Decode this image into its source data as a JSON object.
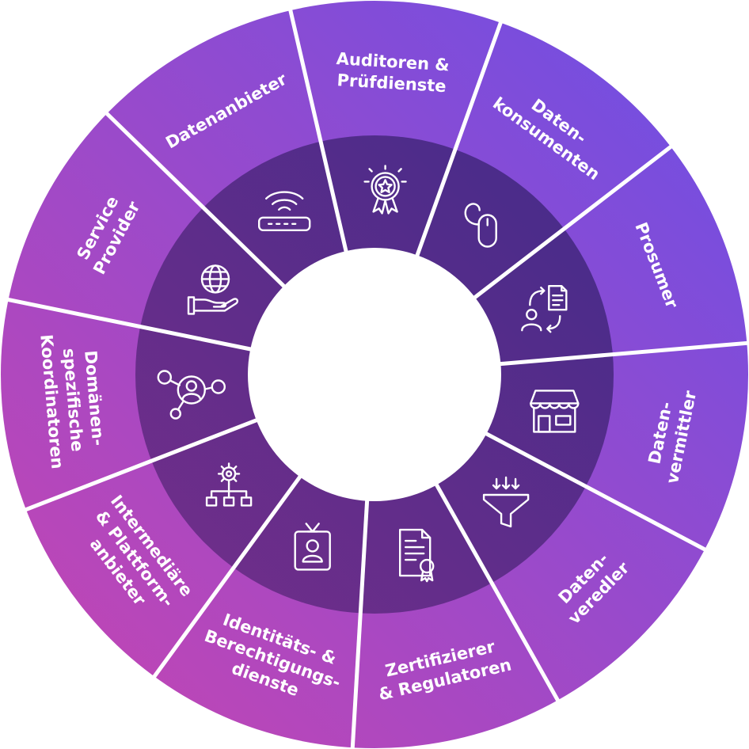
{
  "colors": {
    "top_right": "#6a4fe6",
    "bottom_left": "#c845b0",
    "inner_ring": "#3c1f6e",
    "divider": "#ffffff",
    "center": "#ffffff",
    "text": "#ffffff"
  },
  "segments": [
    {
      "id": "auditoren",
      "label_lines": [
        "Auditoren &",
        "Prüfdienste"
      ],
      "icon": "award-medal-icon"
    },
    {
      "id": "datenkonsumenten",
      "label_lines": [
        "Daten-",
        "konsumenten"
      ],
      "icon": "computer-mouse-icon"
    },
    {
      "id": "prosumer",
      "label_lines": [
        "Prosumer"
      ],
      "icon": "person-document-exchange-icon"
    },
    {
      "id": "datenvermittler",
      "label_lines": [
        "Daten-",
        "vermittler"
      ],
      "icon": "storefront-icon"
    },
    {
      "id": "datenveredler",
      "label_lines": [
        "Daten-",
        "veredler"
      ],
      "icon": "funnel-icon"
    },
    {
      "id": "zertifizierer",
      "label_lines": [
        "Zertifizierer",
        "& Regulatoren"
      ],
      "icon": "certificate-document-icon"
    },
    {
      "id": "identitaet",
      "label_lines": [
        "Identitäts- &",
        "Berechtigungs-",
        "dienste"
      ],
      "icon": "id-badge-icon"
    },
    {
      "id": "intermediaere",
      "label_lines": [
        "Intermediäre",
        "& Plattform-",
        "anbieter"
      ],
      "icon": "gear-hierarchy-icon"
    },
    {
      "id": "domaenen",
      "label_lines": [
        "Domänen-",
        "spezifische",
        "Koordinatoren"
      ],
      "icon": "network-person-icon"
    },
    {
      "id": "service",
      "label_lines": [
        "Service",
        "Provider"
      ],
      "icon": "globe-hand-icon"
    },
    {
      "id": "datenanbieter",
      "label_lines": [
        "Datenanbieter"
      ],
      "icon": "wifi-router-icon"
    }
  ]
}
